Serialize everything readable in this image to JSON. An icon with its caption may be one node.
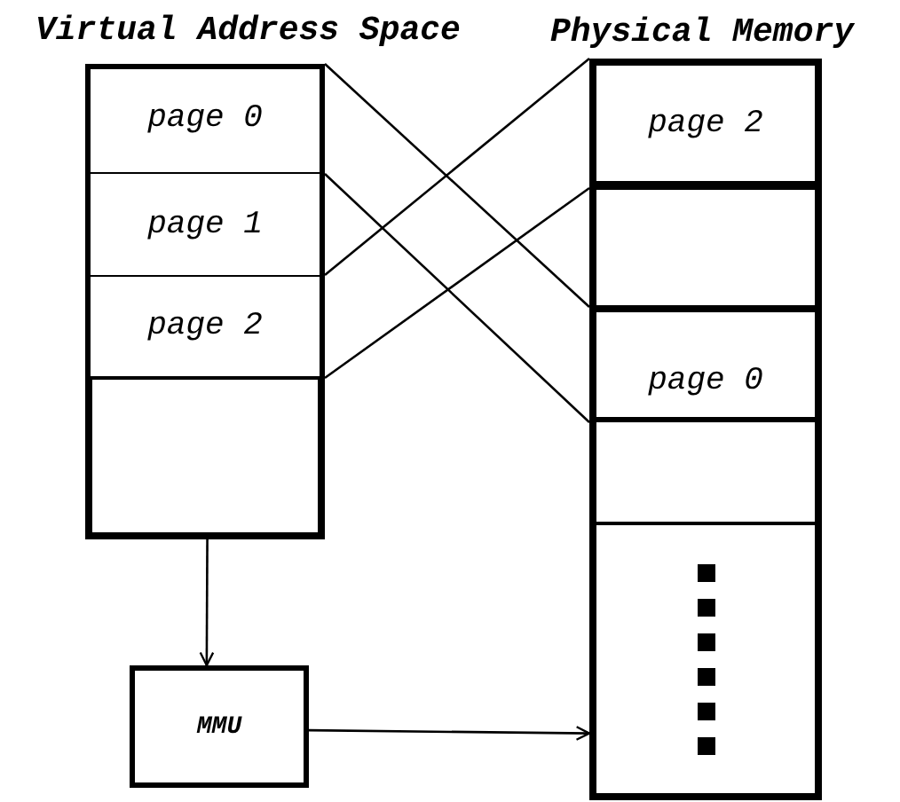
{
  "diagram": {
    "nodes": [
      {
        "text": [
          "Virtual Address Space"
        ]
      },
      {
        "text": [
          "page 0"
        ],
        "in": 0
      },
      {
        "text": [
          "page 1"
        ],
        "in": 0
      },
      {
        "text": [
          "page 2"
        ],
        "in": 0
      },
      {
        "text": [],
        "shape": "box",
        "in": 0
      },
      {
        "text": [
          "Physical Memory"
        ]
      },
      {
        "text": [
          "page 2"
        ],
        "in": 5
      },
      {
        "text": [],
        "shape": "box",
        "in": 5
      },
      {
        "text": [
          "page 0"
        ],
        "in": 5
      },
      {
        "text": [],
        "shape": "box",
        "in": 5
      },
      {
        "text": [],
        "shape": "box",
        "in": 5
      },
      {
        "text": [
          "MMU"
        ]
      }
    ],
    "edges": [
      {
        "from": 1,
        "to": 8,
        "arrow": "none"
      },
      {
        "from": 1,
        "to": 8,
        "arrow": "none"
      },
      {
        "from": 3,
        "to": 6,
        "arrow": "none"
      },
      {
        "from": 3,
        "to": 6,
        "arrow": "none"
      },
      {
        "from": 4,
        "to": 11,
        "arrow": "to"
      },
      {
        "from": 11,
        "to": 10,
        "arrow": "to"
      }
    ]
  }
}
